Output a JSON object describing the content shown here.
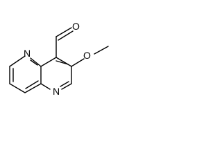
{
  "atoms": {
    "n1": "N",
    "n5": "N",
    "o_aldehyde": "O",
    "o_methoxy": "O"
  },
  "colors": {
    "ink": "#000000",
    "background": "#ffffff"
  }
}
